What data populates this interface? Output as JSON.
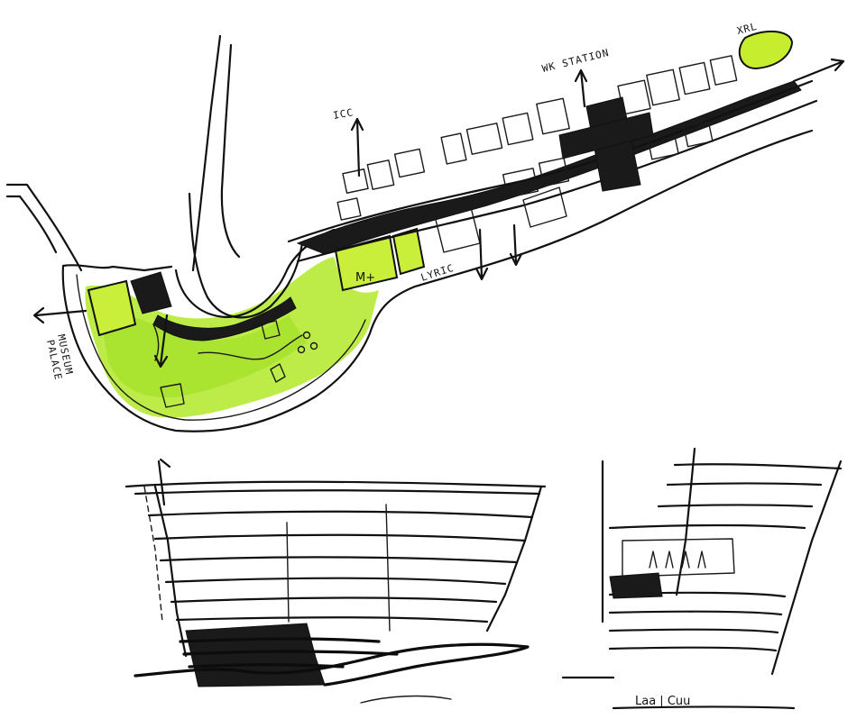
{
  "colors": {
    "ink": "#111111",
    "park_green": "#9be022",
    "park_green_light": "#c8f04e",
    "highlight_yellow_green": "#d6f23a",
    "paper": "#ffffff"
  },
  "site_plan": {
    "labels": {
      "palace_museum_line1": "PALACE",
      "palace_museum_line2": "MUSEUM",
      "mplus": "M+",
      "lyric": "LYRIC",
      "icc": "ICC",
      "wk_station": "WK STATION",
      "xrl": "XRL"
    }
  },
  "elevation_detail": {
    "label": "Laa | Cuu"
  }
}
